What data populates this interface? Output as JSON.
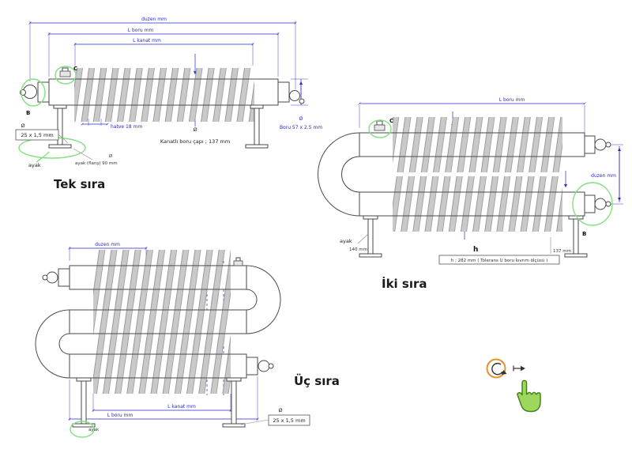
{
  "titles": {
    "single": "Tek sıra",
    "double": "İki sıra",
    "triple": "Üç sıra"
  },
  "common": {
    "dia": "Ø"
  },
  "single": {
    "dim_duzen": "duzen mm",
    "dim_boru": "L boru mm",
    "dim_kanat": "L kanat mm",
    "label_c": "C",
    "label_b": "B",
    "box_25": "25 x 1,5 mm",
    "ayak": "ayak",
    "ayak_flans": "ayak (flanş) 90 mm",
    "hatve": "hatve 18 mm",
    "kanatli": "Kanatlı boru çapı ; 137 mm",
    "boru57": "Boru 57 x 2.5 mm"
  },
  "double": {
    "dim_boru": "L boru mm",
    "dim_duzen": "duzen mm",
    "label_c": "C",
    "label_b": "B",
    "ayak": "ayak",
    "mm140": "140 mm",
    "h": "h",
    "h_box": "h ; 282 mm ( Tolerans U boru kıvrım ölçüsü )",
    "mm137": "137 mm"
  },
  "triple": {
    "dim_duzen": "duzen mm",
    "dim_boru": "L boru mm",
    "dim_kanat": "L kanat mm",
    "box_25": "25 x 1,5 mm",
    "ayak": "ayak"
  },
  "cursor": {
    "rotate_icon": "orbit-rotate-icon",
    "arrow_icon": "pan-arrow-icon",
    "hand_icon": "green-hand-pointer"
  },
  "colors": {
    "dimension_blue": "#2828cc",
    "highlight_green": "#82e082",
    "fin_gray": "#c9c9c9",
    "cursor_orange": "#e8912d",
    "hand_green": "#9fd65e"
  }
}
